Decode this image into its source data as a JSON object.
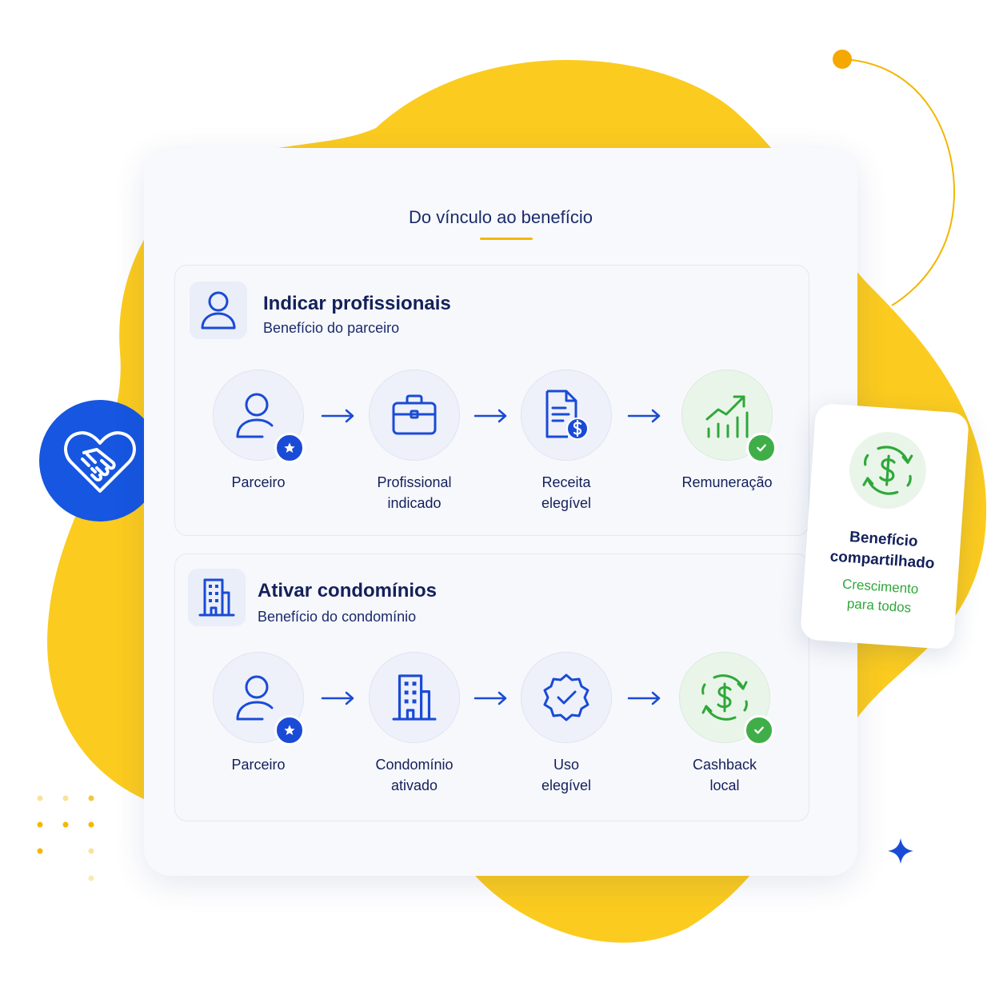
{
  "title": "Do vínculo ao benefício",
  "sections": [
    {
      "icon": "person-icon",
      "title": "Indicar profissionais",
      "subtitle": "Benefício do parceiro",
      "steps": [
        {
          "label_line1": "Parceiro",
          "label_line2": "",
          "icon": "person-star-icon"
        },
        {
          "label_line1": "Profissional",
          "label_line2": "indicado",
          "icon": "briefcase-icon"
        },
        {
          "label_line1": "Receita",
          "label_line2": "elegível",
          "icon": "invoice-dollar-icon"
        },
        {
          "label_line1": "Remuneração",
          "label_line2": "",
          "icon": "growth-chart-icon"
        }
      ]
    },
    {
      "icon": "building-icon",
      "title": "Ativar condomínios",
      "subtitle": "Benefício do condomínio",
      "steps": [
        {
          "label_line1": "Parceiro",
          "label_line2": "",
          "icon": "person-star-icon"
        },
        {
          "label_line1": "Condomínio",
          "label_line2": "ativado",
          "icon": "building-icon"
        },
        {
          "label_line1": "Uso",
          "label_line2": "elegível",
          "icon": "verified-badge-icon"
        },
        {
          "label_line1": "Cashback",
          "label_line2": "local",
          "icon": "cashback-icon"
        }
      ]
    }
  ],
  "side_card": {
    "title_line1": "Benefício",
    "title_line2": "compartilhado",
    "sub_line1": "Crescimento",
    "sub_line2": "para todos",
    "icon": "cashback-icon"
  },
  "colors": {
    "blob": "#fbcb1f",
    "primary_blue": "#1a4bd6",
    "success_green": "#3fae49",
    "text_navy": "#13205a"
  },
  "decor_icons": [
    "handshake-heart-icon",
    "sparkle-icon"
  ]
}
